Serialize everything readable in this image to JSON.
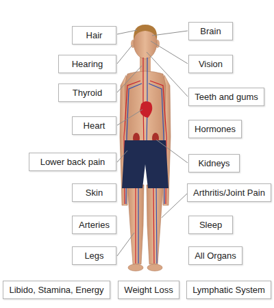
{
  "diagram": {
    "nodes": [
      {
        "text": [
          "Hair"
        ]
      },
      {
        "text": [
          "Brain"
        ]
      },
      {
        "text": [
          "Hearing"
        ]
      },
      {
        "text": [
          "Vision"
        ]
      },
      {
        "text": [
          "Thyroid"
        ]
      },
      {
        "text": [
          "Teeth and gums"
        ]
      },
      {
        "text": [
          "Heart"
        ]
      },
      {
        "text": [
          "Hormones"
        ]
      },
      {
        "text": [
          "Lower back pain"
        ]
      },
      {
        "text": [
          "Kidneys"
        ]
      },
      {
        "text": [
          "Skin"
        ]
      },
      {
        "text": [
          "Arthritis/Joint Pain"
        ]
      },
      {
        "text": [
          "Arteries"
        ]
      },
      {
        "text": [
          "Sleep"
        ]
      },
      {
        "text": [
          "Legs"
        ]
      },
      {
        "text": [
          "All Organs"
        ]
      },
      {
        "text": [
          "Libido, Stamina, Energy"
        ]
      },
      {
        "text": [
          "Weight Loss"
        ]
      },
      {
        "text": [
          "Lymphatic System"
        ]
      }
    ]
  }
}
